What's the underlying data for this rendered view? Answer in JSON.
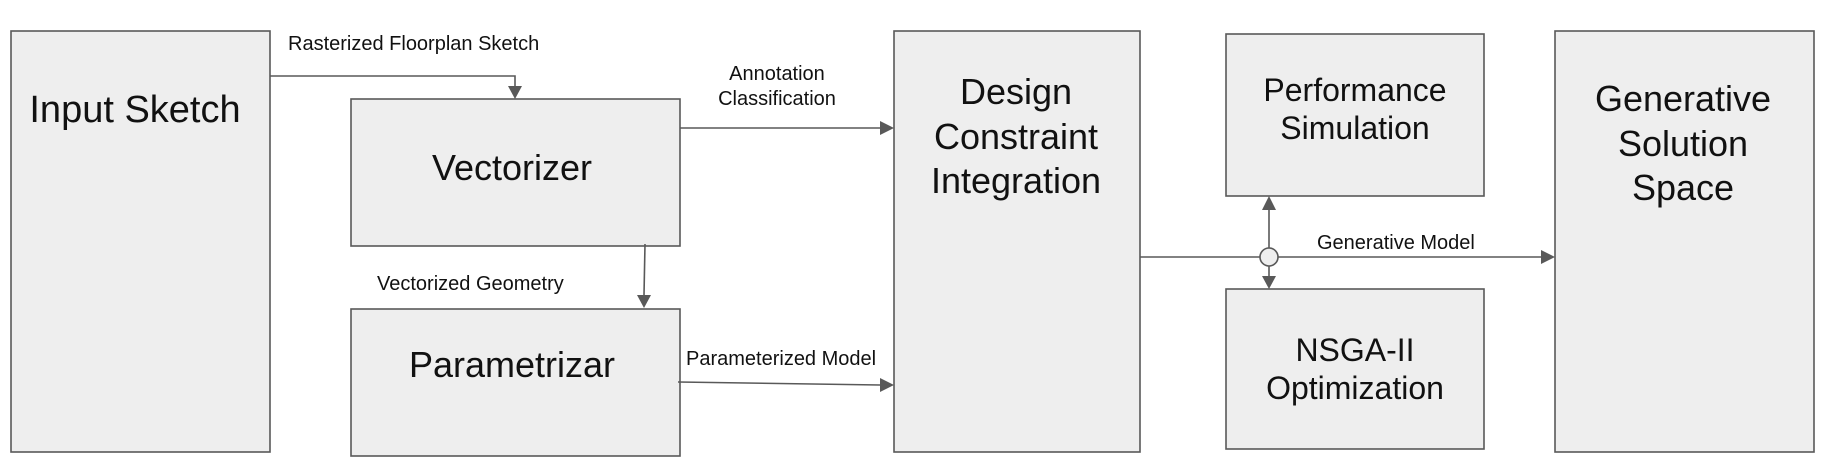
{
  "nodes": {
    "input_sketch": "Input Sketch",
    "vectorizer": "Vectorizer",
    "parametrizar": "Parametrizar",
    "design_constraint": [
      "Design",
      "Constraint",
      "Integration"
    ],
    "performance_simulation": [
      "Performance",
      "Simulation"
    ],
    "nsga": [
      "NSGA-II",
      "Optimization"
    ],
    "generative_solution": [
      "Generative",
      "Solution",
      "Space"
    ]
  },
  "edges": {
    "rasterized": "Rasterized Floorplan Sketch",
    "annotation": [
      "Annotation",
      "Classification"
    ],
    "vectorized_geometry": "Vectorized Geometry",
    "parameterized_model": "Parameterized Model",
    "generative_model": "Generative Model"
  },
  "colors": {
    "box_fill": "#eeeeee",
    "stroke": "#595959",
    "text": "#111111"
  }
}
